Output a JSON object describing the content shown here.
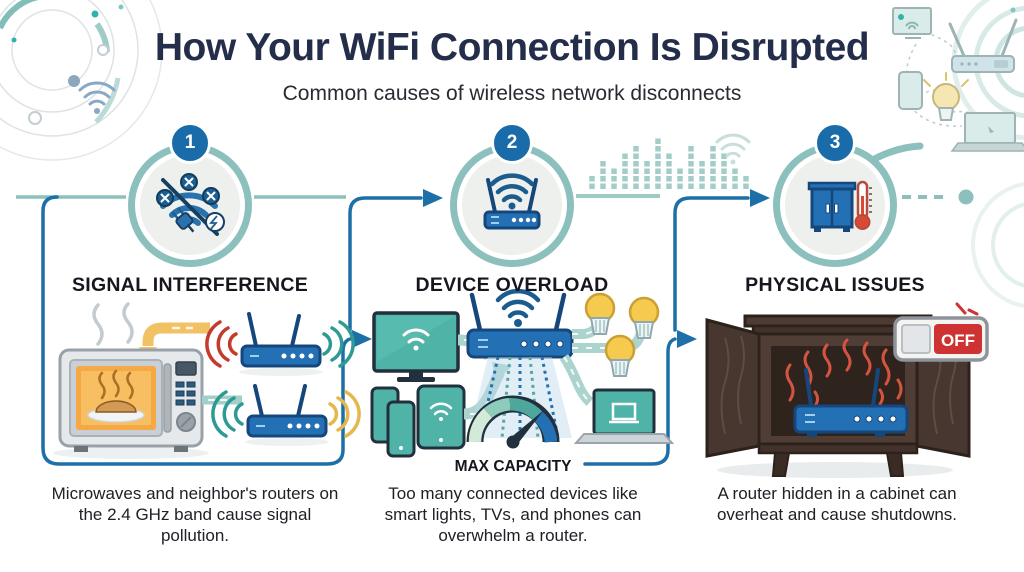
{
  "header": {
    "title": "How Your WiFi Connection Is Disrupted",
    "subtitle": "Common causes of wireless network disconnects"
  },
  "sections": [
    {
      "number": "1",
      "label": "SIGNAL INTERFERENCE",
      "caption": "Microwaves and neighbor's routers on the 2.4 GHz band cause signal pollution."
    },
    {
      "number": "2",
      "label": "DEVICE OVERLOAD",
      "gauge_label": "MAX CAPACITY",
      "caption": "Too many connected devices like smart lights, TVs, and phones can overwhelm a router."
    },
    {
      "number": "3",
      "label": "PHYSICAL ISSUES",
      "switch_label": "OFF",
      "caption": "A router hidden in a cabinet can overheat and cause shutdowns."
    }
  ],
  "palette": {
    "navy_title": "#242e4a",
    "flow_blue": "#1d6fa8",
    "router_blue": "#2470b4",
    "ring_teal": "#8cc0bd",
    "pipe_teal": "#abd4cf",
    "device_teal": "#4fb3a8",
    "warn_red": "#c23b2d",
    "arrow_yellow": "#f0c264",
    "off_red": "#cf3232"
  }
}
